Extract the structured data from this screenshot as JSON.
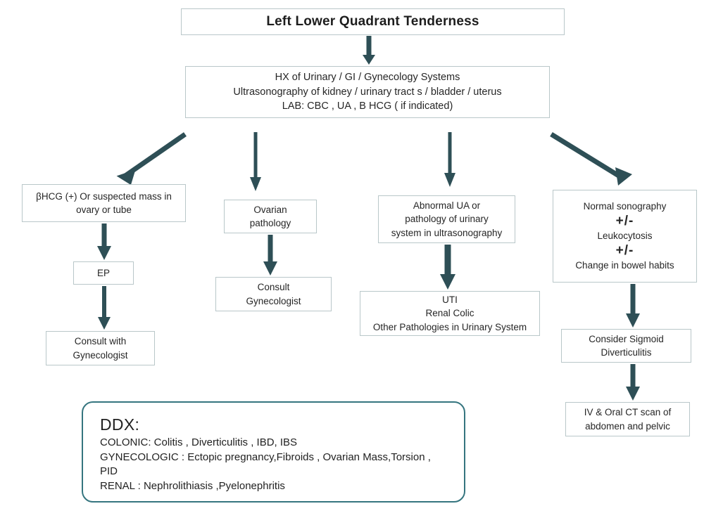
{
  "diagram": {
    "title": "Left Lower Quadrant Tenderness",
    "accent_border": "#b9c7c9",
    "arrow_color": "#2e4f56",
    "ddx_border": "#35757f",
    "background": "#ffffff"
  },
  "nodes": {
    "root": {
      "label": "Left Lower Quadrant Tenderness"
    },
    "workup": {
      "line1": "HX of Urinary / GI / Gynecology Systems",
      "line2": "Ultrasonography of kidney / urinary tract s / bladder / uterus",
      "line3": "LAB: CBC , UA , B HCG ( if indicated)"
    },
    "branch1_top": {
      "line1": "βHCG (+) Or suspected mass in",
      "line2": "ovary or tube"
    },
    "branch1_mid": {
      "line1": "EP"
    },
    "branch1_bottom": {
      "line1": "Consult with",
      "line2": "Gynecologist"
    },
    "branch2_top": {
      "line1": "Ovarian",
      "line2": "pathology"
    },
    "branch2_bottom": {
      "line1": "Consult",
      "line2": "Gynecologist"
    },
    "branch3_top": {
      "line1": "Abnormal UA or",
      "line2": "pathology of urinary",
      "line3": "system in ultrasonography"
    },
    "branch3_bottom": {
      "line1": "UTI",
      "line2": "Renal Colic",
      "line3": "Other  Pathologies in Urinary System"
    },
    "branch4_top": {
      "line1": "Normal sonography",
      "line2": "+/-",
      "line3": "Leukocytosis",
      "line4": "+/-",
      "line5": "Change in bowel habits"
    },
    "branch4_mid": {
      "line1": "Consider Sigmoid",
      "line2": "Diverticulitis"
    },
    "branch4_bottom": {
      "line1": "IV & Oral CT scan of",
      "line2": "abdomen and pelvic"
    }
  },
  "ddx": {
    "title": "DDX:",
    "lines": [
      "COLONIC: Colitis , Diverticulitis , IBD, IBS",
      "GYNECOLOGIC : Ectopic pregnancy,Fibroids , Ovarian Mass,Torsion ,\nPID",
      "RENAL : Nephrolithiasis ,Pyelonephritis"
    ]
  }
}
